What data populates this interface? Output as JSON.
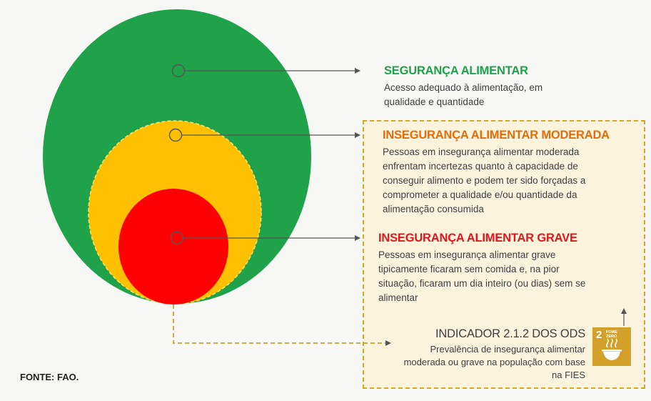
{
  "levels": {
    "food_security": {
      "title": "SEGURANÇA ALIMENTAR",
      "description": "Acesso adequado à alimentação, em qualidade e quantidade",
      "color": "#1fa24a"
    },
    "moderate": {
      "title": "INSEGURANÇA ALIMENTAR MODERADA",
      "description": "Pessoas em insegurança alimentar moderada enfrentam incertezas quanto à capacidade de conseguir alimento e podem ter sido forçadas a comprometer a qualidade e/ou quantidade da alimentação consumida",
      "color": "#ffc000"
    },
    "severe": {
      "title": "INSEGURANÇA ALIMENTAR GRAVE",
      "description": "Pessoas em insegurança alimentar grave tipicamente ficaram sem comida e, na pior situação, ficaram um dia inteiro (ou dias) sem se alimentar",
      "color": "#ff0000"
    }
  },
  "indicator": {
    "title": "INDICADOR 2.1.2 DOS ODS",
    "description": "Prevalência de insegurança alimentar moderada ou grave na população com base na FIES"
  },
  "sdg_tile": {
    "number": "2",
    "label": "FOME ZERO",
    "icon": "bowl-icon",
    "color": "#d3a029"
  },
  "source": "FONTE: FAO."
}
